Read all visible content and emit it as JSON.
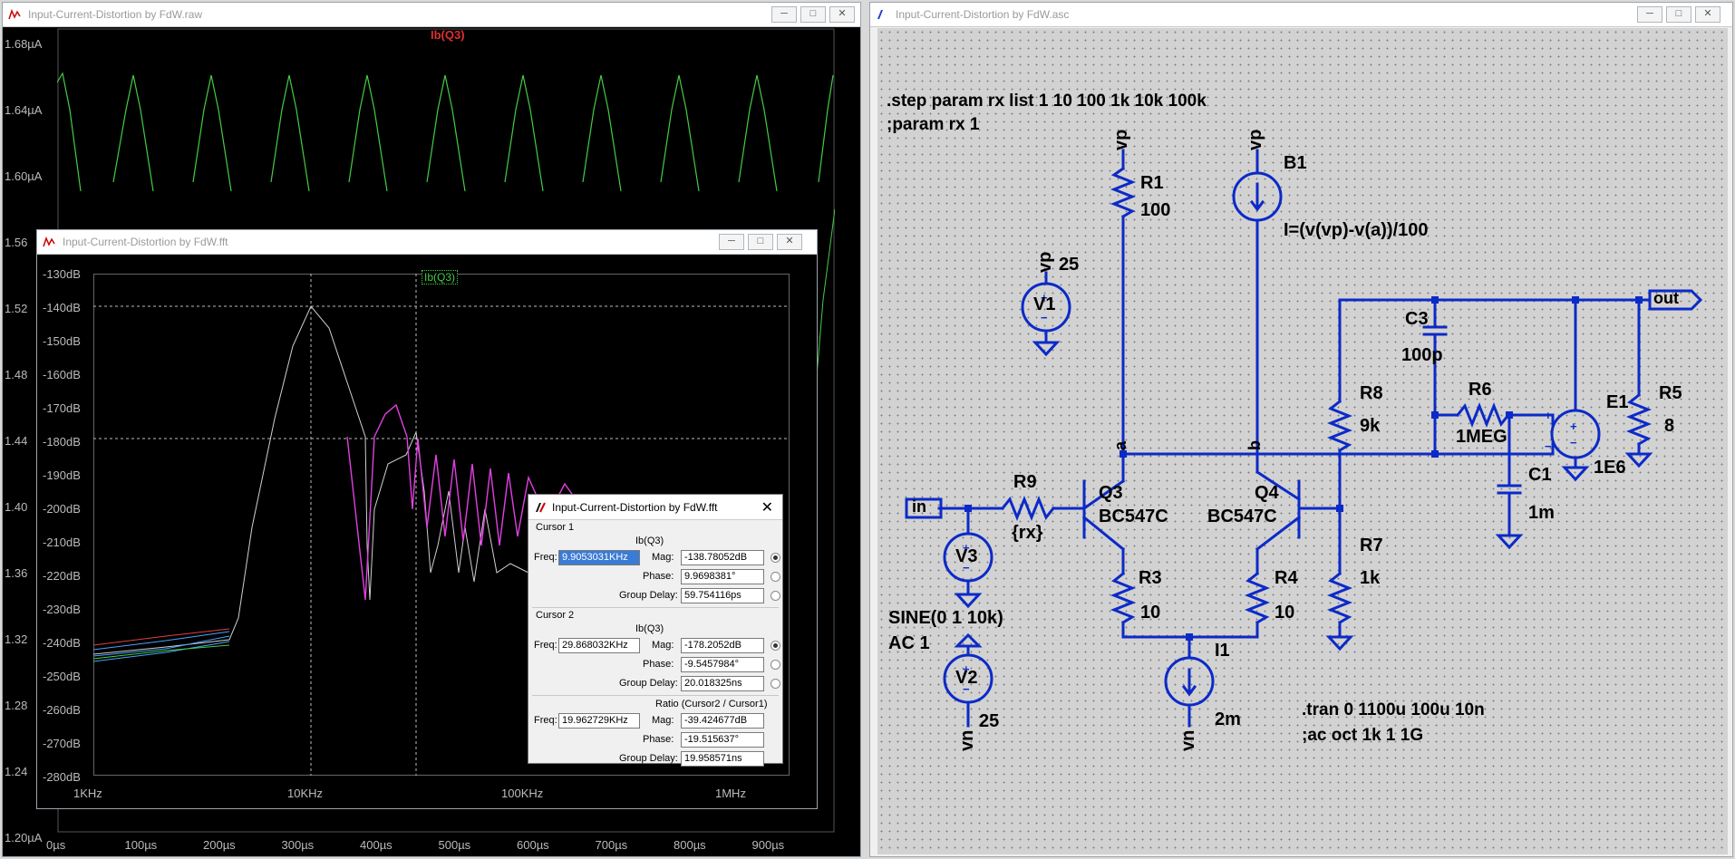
{
  "waveform_window": {
    "title": "Input-Current-Distortion by FdW.raw",
    "trace": "Ib(Q3)",
    "y_ticks": [
      "1.68µA",
      "1.64µA",
      "1.60µA",
      "1.56",
      "1.52",
      "1.48",
      "1.44",
      "1.40",
      "1.36",
      "1.32",
      "1.28",
      "1.24",
      "1.20µA"
    ],
    "x_ticks": [
      "0µs",
      "100µs",
      "200µs",
      "300µs",
      "400µs",
      "500µs",
      "600µs",
      "700µs",
      "800µs",
      "900µs"
    ]
  },
  "fft_window": {
    "title": "Input-Current-Distortion by FdW.fft",
    "trace": "Ib(Q3)",
    "y_ticks": [
      "-130dB",
      "-140dB",
      "-150dB",
      "-160dB",
      "-170dB",
      "-180dB",
      "-190dB",
      "-200dB",
      "-210dB",
      "-220dB",
      "-230dB",
      "-240dB",
      "-250dB",
      "-260dB",
      "-270dB",
      "-280dB"
    ],
    "x_ticks": [
      "1KHz",
      "10KHz",
      "100KHz",
      "1MHz"
    ]
  },
  "cursor_dialog": {
    "title": "Input-Current-Distortion by FdW.fft",
    "cursor1": {
      "header": "Cursor 1",
      "trace": "Ib(Q3)",
      "freq_label": "Freq:",
      "freq": "9.9053031KHz",
      "mag_label": "Mag:",
      "mag": "-138.78052dB",
      "phase_label": "Phase:",
      "phase": "9.9698381°",
      "gd_label": "Group Delay:",
      "gd": "59.754116ps"
    },
    "cursor2": {
      "header": "Cursor 2",
      "trace": "Ib(Q3)",
      "freq_label": "Freq:",
      "freq": "29.868032KHz",
      "mag_label": "Mag:",
      "mag": "-178.2052dB",
      "phase_label": "Phase:",
      "phase": "-9.5457984°",
      "gd_label": "Group Delay:",
      "gd": "20.018325ns"
    },
    "ratio": {
      "header": "Ratio (Cursor2 / Cursor1)",
      "freq_label": "Freq:",
      "freq": "19.962729KHz",
      "mag_label": "Mag:",
      "mag": "-39.424677dB",
      "phase_label": "Phase:",
      "phase": "-19.515637°",
      "gd_label": "Group Delay:",
      "gd": "19.958571ns"
    }
  },
  "schematic_window": {
    "title": "Input-Current-Distortion by FdW.asc",
    "directives": {
      "step": ".step param rx list 1 10 100 1k 10k 100k",
      "param": ";param rx 1",
      "tran": ".tran 0 1100u 100u 10n",
      "ac": ";ac oct 1k 1 1G"
    },
    "source_spec": {
      "sine": "SINE(0 1 10k)",
      "ac": "AC 1"
    },
    "labels": {
      "R1": "R1",
      "R1v": "100",
      "B1": "B1",
      "B1v": "I=(v(vp)-v(a))/100",
      "V1": "V1",
      "V1v": "25",
      "V2": "V2",
      "V2v": "25",
      "V3": "V3",
      "C3": "C3",
      "C3v": "100p",
      "R6": "R6",
      "R6v": "1MEG",
      "R8": "R8",
      "R8v": "9k",
      "R5": "R5",
      "R5v": "8",
      "E1": "E1",
      "E1v": "1E6",
      "C1": "C1",
      "C1v": "1m",
      "R9": "R9",
      "R9v": "{rx}",
      "Q3": "Q3",
      "Q3v": "BC547C",
      "Q4": "Q4",
      "Q4v": "BC547C",
      "R3": "R3",
      "R3v": "10",
      "R4": "R4",
      "R4v": "10",
      "R7": "R7",
      "R7v": "1k",
      "I1": "I1",
      "I1v": "2m",
      "vp": "vp",
      "vn": "vn",
      "a": "a",
      "b": "b",
      "in": "in",
      "out": "out"
    }
  },
  "colors": {
    "wire": "#0c2ac7",
    "grid": "#d2d2d2",
    "trace_green": "#44cc44",
    "trace_magenta": "#e040e0"
  }
}
